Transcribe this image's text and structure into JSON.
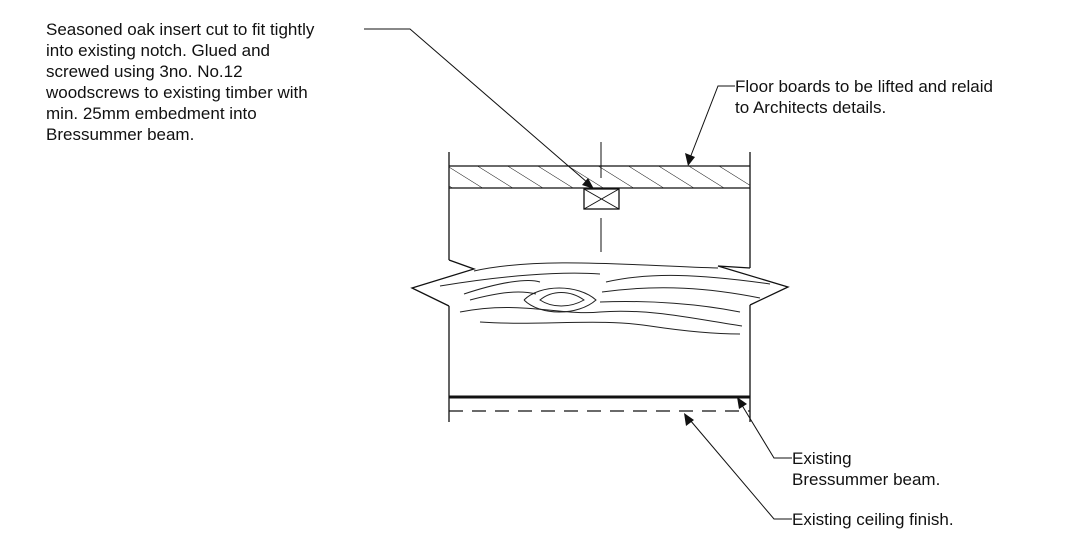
{
  "annotations": {
    "oak_insert": {
      "lines": [
        "Seasoned oak insert cut to fit tightly",
        "into existing notch. Glued and",
        "screwed using 3no. No.12",
        "woodscrews to existing timber with",
        "min. 25mm embedment into",
        "Bressummer beam."
      ]
    },
    "floor_boards": {
      "lines": [
        "Floor boards to be lifted and relaid",
        "to Architects details."
      ]
    },
    "bressummer": {
      "lines": [
        "Existing",
        "Bressummer beam."
      ]
    },
    "ceiling": {
      "lines": [
        "Existing ceiling finish."
      ]
    }
  },
  "colors": {
    "line": "#111111",
    "background": "#ffffff"
  }
}
